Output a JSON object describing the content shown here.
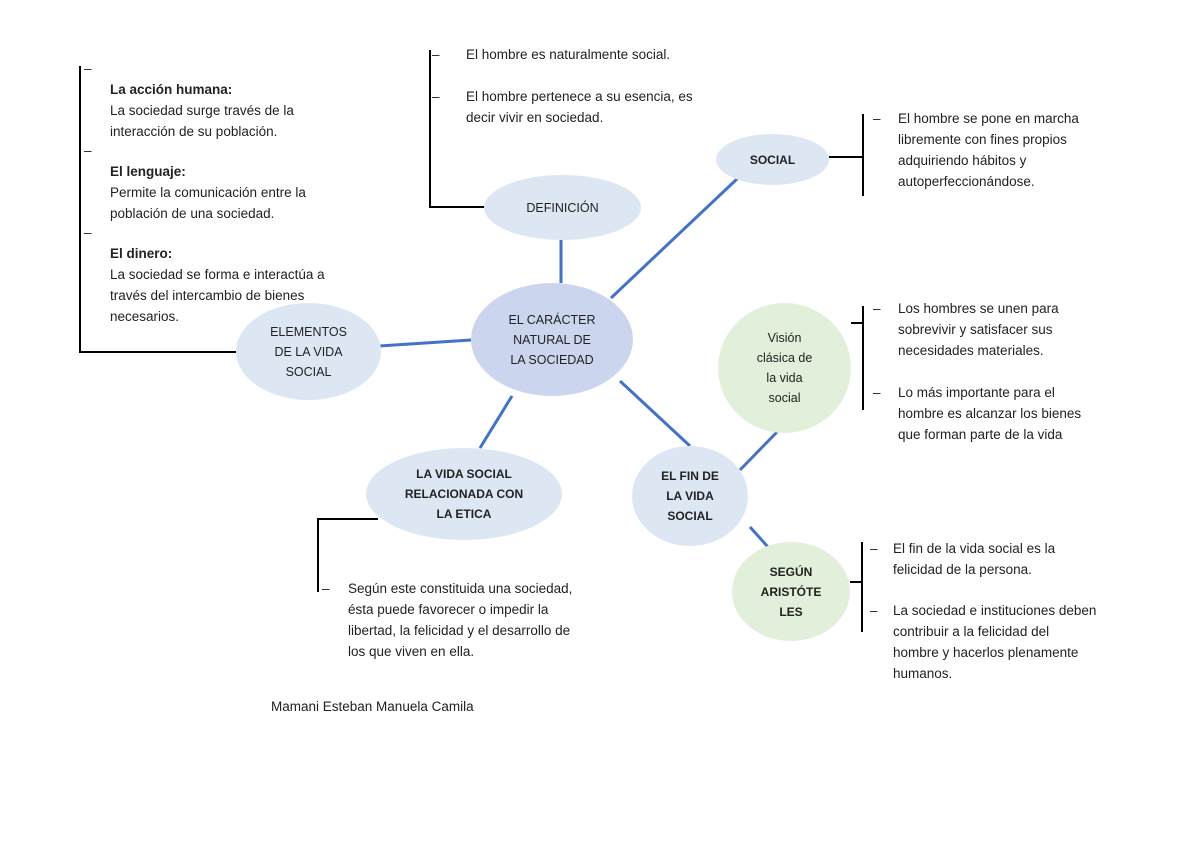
{
  "nodes": {
    "center": "EL CARÁCTER\nNATURAL DE\nLA SOCIEDAD",
    "definicion": "DEFINICIÓN",
    "social": "SOCIAL",
    "elementos": "ELEMENTOS\nDE LA VIDA\nSOCIAL",
    "vida_etica": "LA VIDA SOCIAL\nRELACIONADA CON\nLA ETICA",
    "fin": "EL FIN DE\nLA VIDA\nSOCIAL",
    "vision": "Visión\nclásica de\nla vida\nsocial",
    "segun": "SEGÚN\nARISTÓTE\nLES"
  },
  "definicion_notes": [
    "El hombre es naturalmente social.",
    "El hombre pertenece a su esencia, es\ndecir vivir en sociedad."
  ],
  "social_note": "El hombre se pone en marcha\nlibremente con fines propios\nadquiriendo hábitos y\nautoperfeccionándose.",
  "elementos_notes": [
    {
      "label": "La acción humana:",
      "text": "La sociedad surge través de la\ninteracción de su población."
    },
    {
      "label": "El lenguaje:",
      "text": "Permite la comunicación entre la\npoblación de una sociedad."
    },
    {
      "label": "El dinero:",
      "text": "La sociedad se forma e interactúa a\ntravés del intercambio de bienes\nnecesarios."
    }
  ],
  "vision_notes": [
    "Los hombres se unen para\nsobrevivir y satisfacer sus\nnecesidades materiales.",
    "Lo más importante para el\nhombre es alcanzar los bienes\nque forman parte de la vida"
  ],
  "etica_note": "Según este constituida una sociedad,\nésta puede favorecer o impedir la\nlibertad, la felicidad y el desarrollo de\nlos que viven en ella.",
  "aristoteles_notes": [
    "El fin de la vida social es la\nfelicidad de la persona.",
    "La sociedad e instituciones deben\ncontribuir a la felicidad del\nhombre y hacerlos plenamente\nhumanos."
  ],
  "bullet": "–",
  "author": "Mamani Esteban Manuela Camila",
  "colors": {
    "connector": "#4472c4",
    "bracket": "#000000",
    "node_blue": "#dde7f4",
    "node_center": "#cbd6ee",
    "node_green": "#e2efda"
  }
}
